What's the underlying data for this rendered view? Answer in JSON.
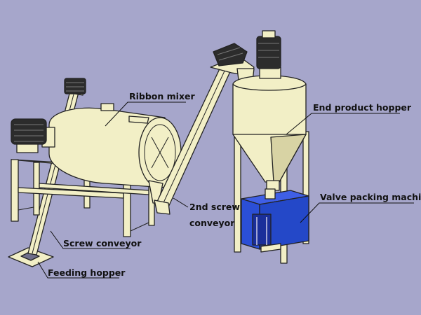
{
  "labels": {
    "ribbon_mixer": "Ribbon mixer",
    "end_product_hopper": "End product hopper",
    "second_screw_line1": "2nd screw",
    "second_screw_line2": "conveyor",
    "valve_packing_machine": "Valve packing machine",
    "screw_conveyor": "Screw conveyor",
    "feeding_hopper": "Feeding hopper"
  },
  "colors": {
    "background": "#a6a6cb",
    "equipment": "#f2efc6",
    "equipment_shade": "#d8d3a4",
    "motor": "#2c2c2c",
    "packing_machine": "#2b4fd6",
    "packing_machine_dark": "#1a2f9a",
    "outline": "#222222"
  }
}
